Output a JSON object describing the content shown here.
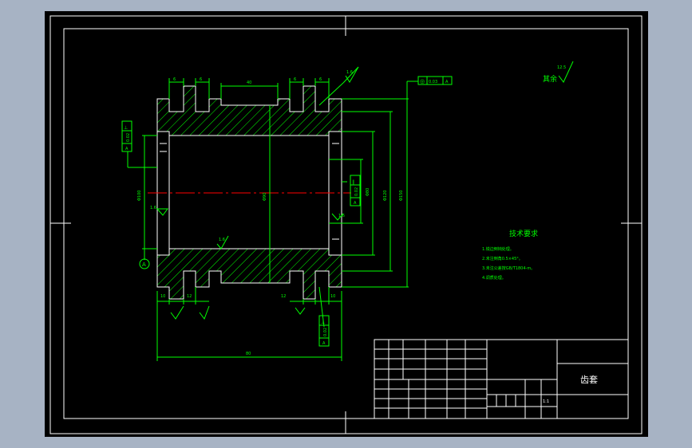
{
  "colors": {
    "viewport_bg": "#a7b3c4",
    "canvas": "#000000",
    "frame": "#ffffff",
    "geometry": "#ffffff",
    "dimension": "#00ff00",
    "centerline": "#ff0000",
    "title_text": "#ffffff"
  },
  "drawing": {
    "roughness_note": "其余",
    "roughness_note_value": "12.5",
    "tech_requirements": {
      "heading": "技术要求",
      "items": [
        "1.锐边倒钝处理。",
        "2.未注倒角0.5×45°。",
        "3.未注公差按GB/T1804-m。",
        "4.调质处理。"
      ]
    },
    "dimensions": {
      "top_slot_left_1": "6",
      "top_slot_left_2": "6",
      "top_center_width": "40",
      "top_slot_right_1": "6",
      "top_slot_right_2": "6",
      "bore_dia": "Φ90",
      "inner_dia": "Φ80",
      "outer_dia": "Φ120",
      "outer_dia_2": "Φ150",
      "left_dia": "Φ100",
      "overall_length": "80",
      "roughness_top": "1.6",
      "roughness_mid": "1.6",
      "roughness_left": "1.6",
      "roughness_right": "1.6",
      "datum": "A",
      "bottom_1": "10",
      "bottom_2": "12",
      "bottom_3": "12",
      "bottom_4": "10"
    },
    "tolerance_frames": [
      {
        "symbol": "◎",
        "value": "0.03",
        "datum": "A"
      },
      {
        "symbol": "⊥",
        "value": "0.02",
        "datum": "A"
      },
      {
        "symbol": "∥",
        "value": "0.02",
        "datum": "A"
      },
      {
        "symbol": "⊥",
        "value": "0.02",
        "datum": "A"
      }
    ]
  },
  "title_block": {
    "part_name": "齿套",
    "scale_label": "1:1"
  }
}
